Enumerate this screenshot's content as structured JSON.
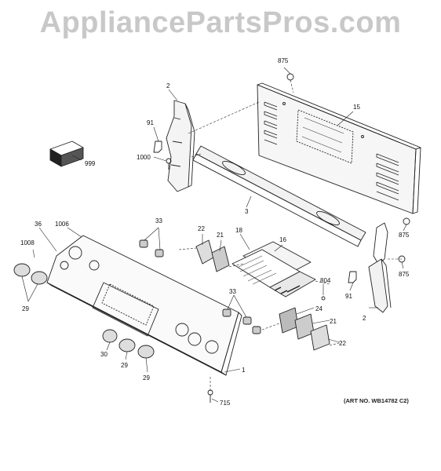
{
  "watermark": "AppliancePartsPros.com",
  "art_number": "(ART NO. WB14782 C2)",
  "callouts": [
    {
      "id": "c875a",
      "text": "875"
    },
    {
      "id": "c2a",
      "text": "2"
    },
    {
      "id": "c15",
      "text": "15"
    },
    {
      "id": "c91a",
      "text": "91"
    },
    {
      "id": "c999",
      "text": "999"
    },
    {
      "id": "c1000",
      "text": "1000"
    },
    {
      "id": "c3",
      "text": "3"
    },
    {
      "id": "c36",
      "text": "36"
    },
    {
      "id": "c1006",
      "text": "1006"
    },
    {
      "id": "c33a",
      "text": "33"
    },
    {
      "id": "c22a",
      "text": "22"
    },
    {
      "id": "c21a",
      "text": "21"
    },
    {
      "id": "c18",
      "text": "18"
    },
    {
      "id": "c16",
      "text": "16"
    },
    {
      "id": "c1008",
      "text": "1008"
    },
    {
      "id": "c875b",
      "text": "875"
    },
    {
      "id": "c875c",
      "text": "875"
    },
    {
      "id": "c804",
      "text": "804"
    },
    {
      "id": "c29a",
      "text": "29"
    },
    {
      "id": "c33b",
      "text": "33"
    },
    {
      "id": "c91b",
      "text": "91"
    },
    {
      "id": "c24",
      "text": "24"
    },
    {
      "id": "c2b",
      "text": "2"
    },
    {
      "id": "c21b",
      "text": "21"
    },
    {
      "id": "c22b",
      "text": "22"
    },
    {
      "id": "c30",
      "text": "30"
    },
    {
      "id": "c29b",
      "text": "29"
    },
    {
      "id": "c29c",
      "text": "29"
    },
    {
      "id": "c1",
      "text": "1"
    },
    {
      "id": "c715",
      "text": "715"
    }
  ]
}
